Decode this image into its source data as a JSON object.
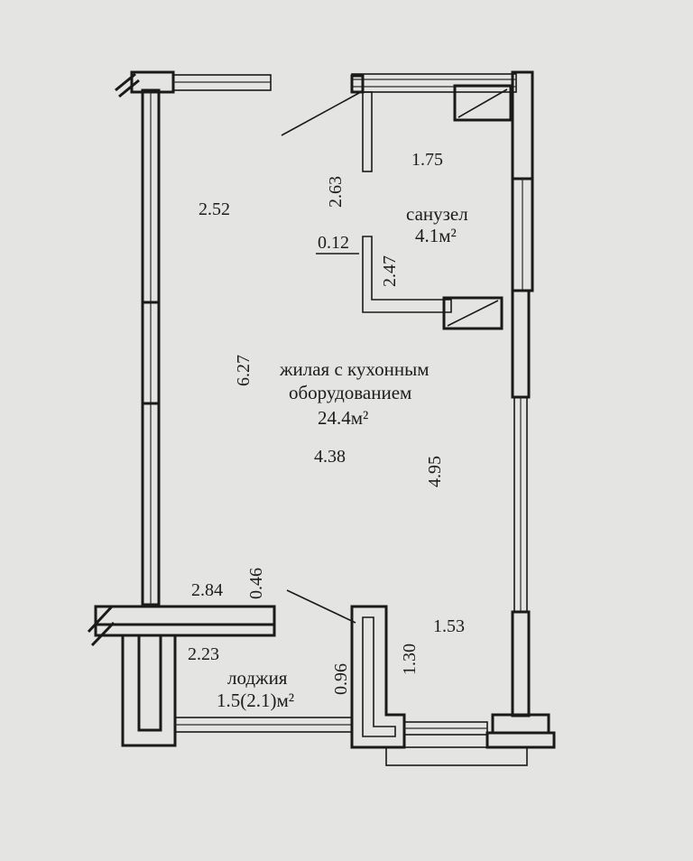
{
  "rooms": {
    "living": {
      "line1": "жилая с кухонным",
      "line2": "оборудованием",
      "area": "24.4м²"
    },
    "bathroom": {
      "name": "санузел",
      "area": "4.1м²"
    },
    "loggia": {
      "name": "лоджия",
      "area": "1.5(2.1)м²"
    }
  },
  "dimensions": {
    "d252": "2.52",
    "d263": "2.63",
    "d175": "1.75",
    "d012": "0.12",
    "d247": "2.47",
    "d627": "6.27",
    "d438": "4.38",
    "d495": "4.95",
    "d284": "2.84",
    "d046": "0.46",
    "d223": "2.23",
    "d096": "0.96",
    "d130": "1.30",
    "d153": "1.53"
  }
}
